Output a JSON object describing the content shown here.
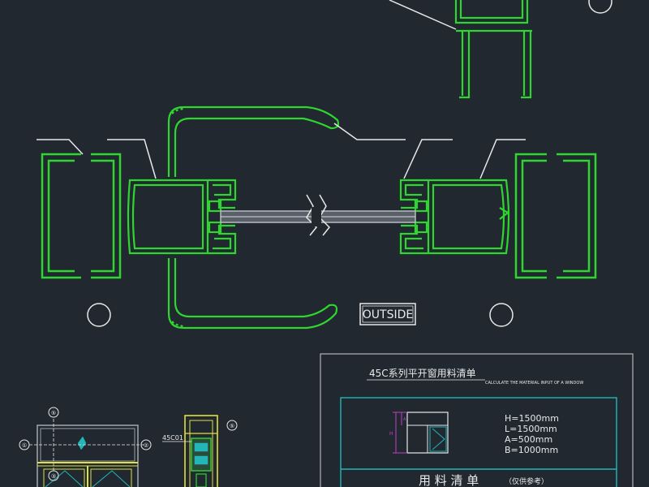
{
  "colors": {
    "background": "#212830",
    "profile": "#2fd62f",
    "white": "#e8e8e8",
    "cyan": "#22b6b6",
    "yellow": "#e0e040",
    "magenta": "#c040c0",
    "frame_gray": "#9aa0a8"
  },
  "labels": {
    "outside": "OUTSIDE"
  },
  "table": {
    "title_cn": "45C系列平开窗用料清单",
    "subtitle_en": "CALCULATE THE MATERIAL INPUT OF A WINDOW",
    "dimension_h": "H=1500mm",
    "dimension_l": "L=1500mm",
    "dimension_a": "A=500mm",
    "dimension_b": "B=1000mm",
    "dim_label_h": "H",
    "dim_label_a": "A",
    "list_title": "用 料 清 单",
    "list_note": "（仅供参考）"
  },
  "elevation": {
    "markers": [
      "①",
      "②",
      "③",
      "④",
      "⑤"
    ],
    "part_code": "45C01"
  }
}
